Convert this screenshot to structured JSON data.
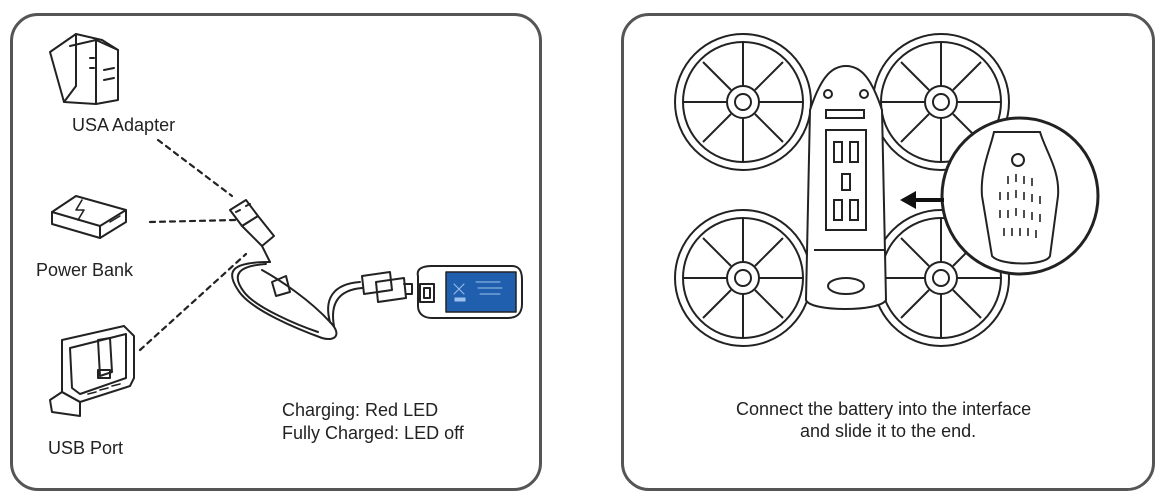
{
  "left_panel": {
    "sources": {
      "adapter": "USA Adapter",
      "power_bank": "Power Bank",
      "usb_port": "USB Port"
    },
    "status": {
      "charging": "Charging: Red LED",
      "full": "Fully Charged: LED off"
    }
  },
  "right_panel": {
    "instruction_line1": "Connect the battery into the interface",
    "instruction_line2": "and slide it to the end."
  },
  "colors": {
    "stroke": "#222222",
    "battery_label": "#1f5fae",
    "panel_border": "#555555"
  },
  "icons": [
    "wall-adapter-icon",
    "power-bank-icon",
    "usb-port-icon",
    "usb-cable-icon",
    "battery-icon",
    "drone-icon",
    "battery-zoom-icon",
    "arrow-left-icon"
  ]
}
